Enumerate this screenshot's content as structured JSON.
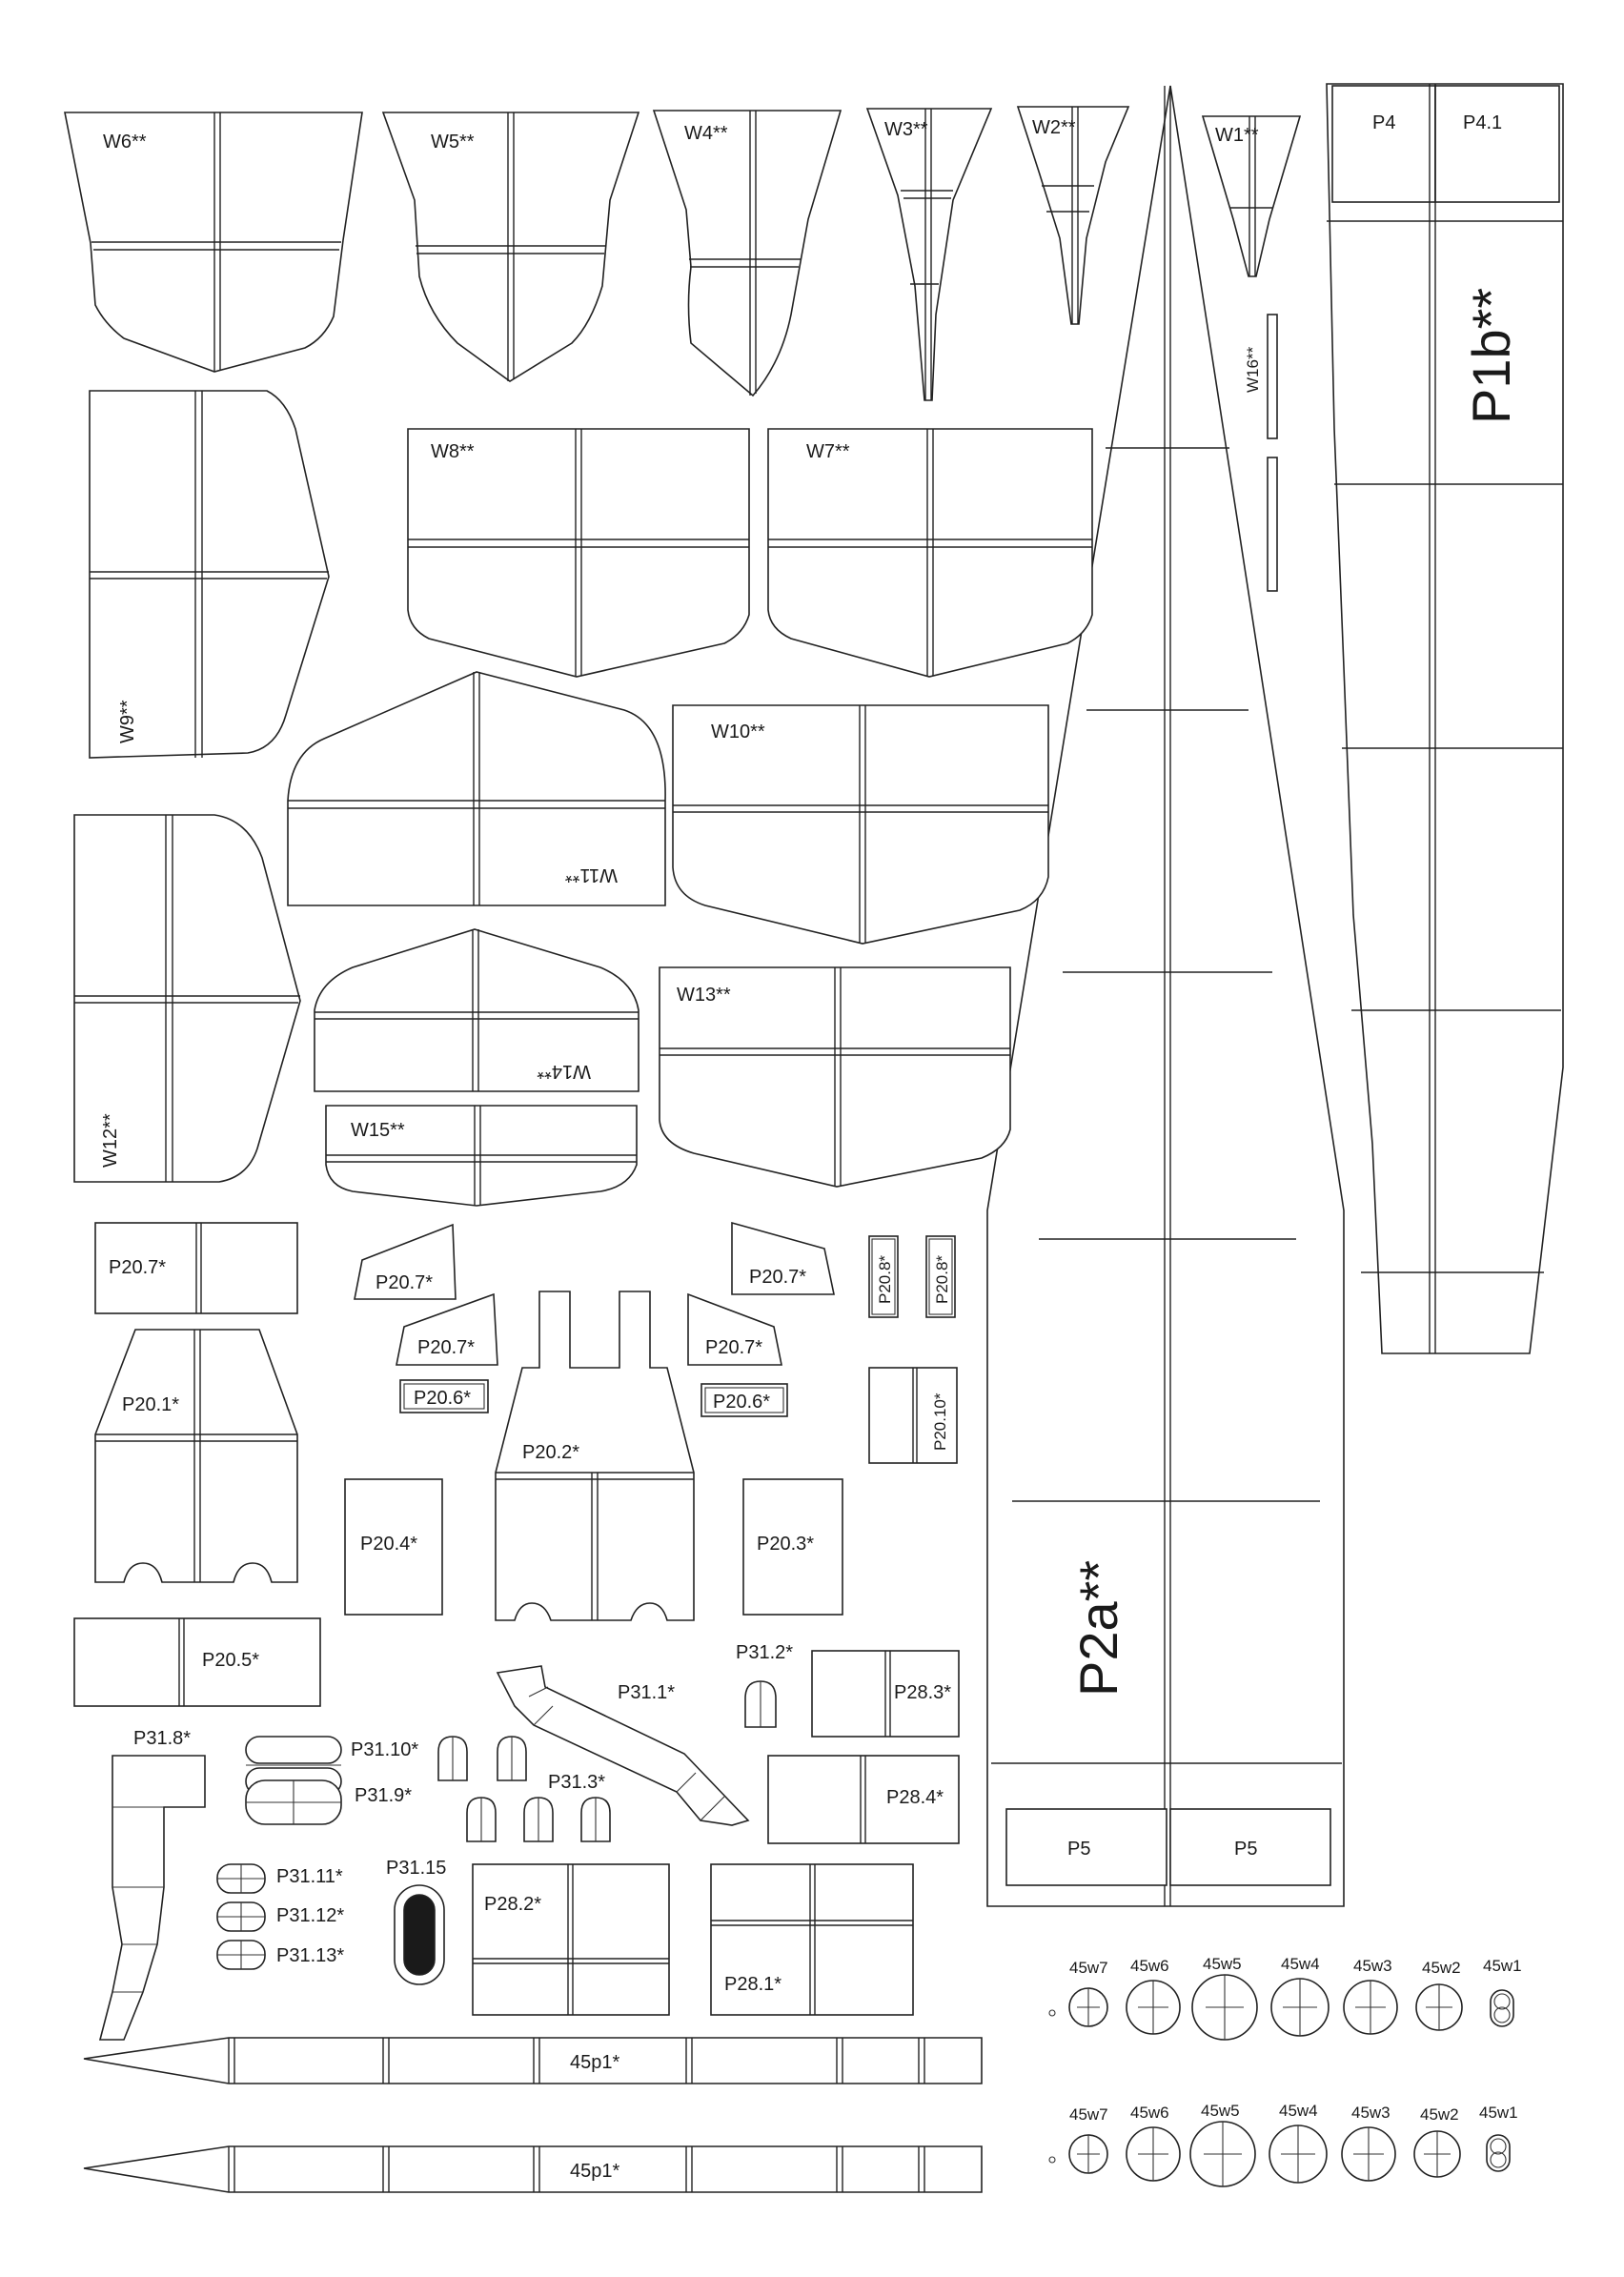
{
  "labels": {
    "W6": "W6**",
    "W5": "W5**",
    "W4": "W4**",
    "W3": "W3**",
    "W2": "W2**",
    "W1": "W1**",
    "P4": "P4",
    "P4_1": "P4.1",
    "P1b": "P1b**",
    "W16": "W16**",
    "W9": "W9**",
    "W8": "W8**",
    "W7": "W7**",
    "W10": "W10**",
    "W11": "W11**",
    "W12": "W12**",
    "W13": "W13**",
    "W14": "W14**",
    "W15": "W15**",
    "P20_7": "P20.7*",
    "P20_8": "P20.8*",
    "P20_1": "P20.1*",
    "P20_6": "P20.6*",
    "P20_10": "P20.10*",
    "P20_2": "P20.2*",
    "P20_4": "P20.4*",
    "P20_3": "P20.3*",
    "P2a": "P2a**",
    "P20_5": "P20.5*",
    "P31_2": "P31.2*",
    "P28_3": "P28.3*",
    "P31_1": "P31.1*",
    "P31_8": "P31.8*",
    "P31_10": "P31.10*",
    "P31_9": "P31.9*",
    "P31_3": "P31.3*",
    "P28_4": "P28.4*",
    "P5": "P5",
    "P31_11": "P31.11*",
    "P31_15": "P31.15",
    "P31_12": "P31.12*",
    "P31_13": "P31.13*",
    "P28_2": "P28.2*",
    "P28_1": "P28.1*",
    "45p1": "45p1*",
    "45w7": "45w7",
    "45w6": "45w6",
    "45w5": "45w5",
    "45w4": "45w4",
    "45w3": "45w3",
    "45w2": "45w2",
    "45w1": "45w1"
  }
}
